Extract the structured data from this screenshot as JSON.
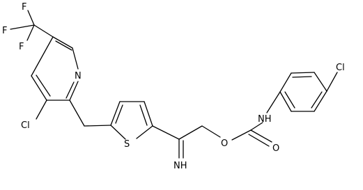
{
  "molecule": {
    "atoms": {
      "f_top": "F",
      "f_left": "F",
      "f_bottom": "F",
      "n_pyridine": "N",
      "cl_pyridine": "Cl",
      "s_thiophene": "S",
      "nh_imine": "NH",
      "o_ester": "O",
      "nh_carbamate": "NH",
      "o_carbonyl": "O",
      "cl_phenyl": "Cl"
    }
  }
}
